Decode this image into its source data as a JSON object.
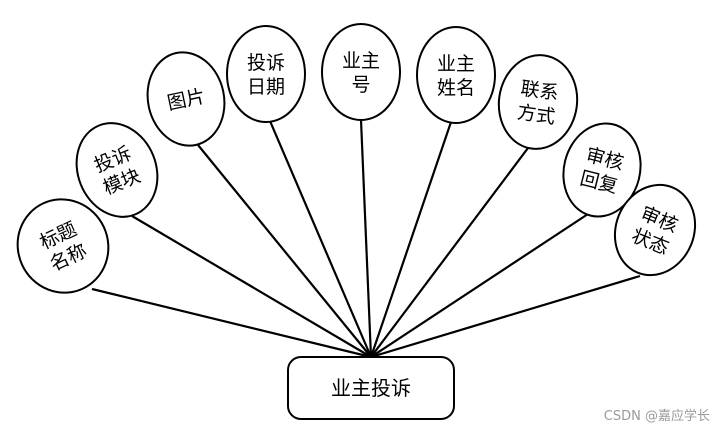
{
  "entity": {
    "label": "业主投诉"
  },
  "attributes": [
    {
      "id": "title-name",
      "lines": [
        "标题",
        "名称"
      ]
    },
    {
      "id": "complaint-module",
      "lines": [
        "投诉",
        "模块"
      ]
    },
    {
      "id": "image",
      "lines": [
        "图片"
      ]
    },
    {
      "id": "complaint-date",
      "lines": [
        "投诉",
        "日期"
      ]
    },
    {
      "id": "owner-no",
      "lines": [
        "业主",
        "号"
      ]
    },
    {
      "id": "owner-name",
      "lines": [
        "业主",
        "姓名"
      ]
    },
    {
      "id": "contact",
      "lines": [
        "联系",
        "方式"
      ]
    },
    {
      "id": "review-reply",
      "lines": [
        "审核",
        "回复"
      ]
    },
    {
      "id": "review-status",
      "lines": [
        "审核",
        "状态"
      ]
    }
  ],
  "watermark": "CSDN @嘉应学长"
}
